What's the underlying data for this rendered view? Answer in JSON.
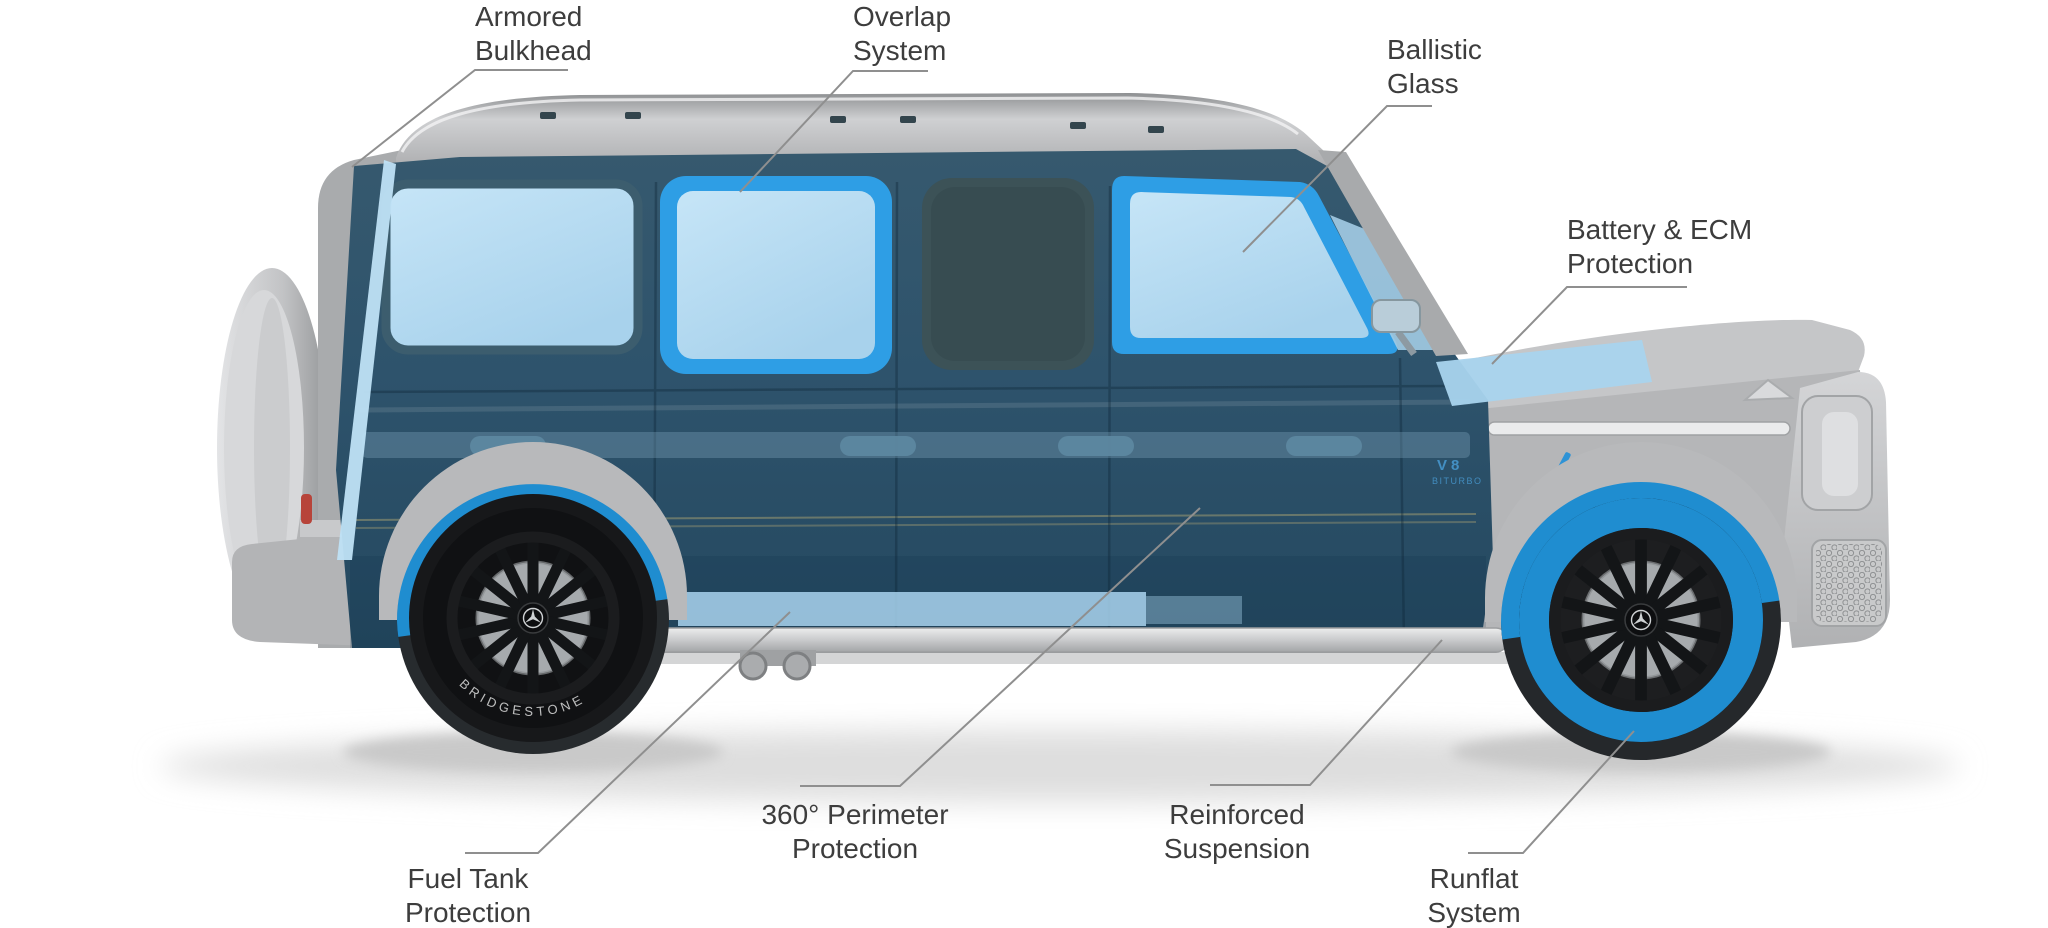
{
  "diagram": {
    "subject": "armored-suv-side-profile",
    "colors": {
      "highlight_light_blue": "#a9d4ee",
      "glass_blue": "#b9ddf2",
      "window_frame_blue": "#2e9ee5",
      "runflat_blue": "#1f8dd0",
      "cab_blue": "#2e536b",
      "body_gray": "#b8b9bb",
      "label_text": "#3d3d3d",
      "leader_line": "#8f8f8f"
    },
    "vehicle": {
      "badge_line1": "V8",
      "badge_line2": "BITURBO",
      "tire_brand": "BRIDGESTONE"
    },
    "callouts": [
      {
        "id": "armored-bulkhead",
        "line1": "Armored",
        "line2": "Bulkhead"
      },
      {
        "id": "overlap-system",
        "line1": "Overlap",
        "line2": "System"
      },
      {
        "id": "ballistic-glass",
        "line1": "Ballistic",
        "line2": "Glass"
      },
      {
        "id": "battery-ecm",
        "line1": "Battery & ECM",
        "line2": "Protection"
      },
      {
        "id": "fuel-tank",
        "line1": "Fuel Tank",
        "line2": "Protection"
      },
      {
        "id": "perimeter-360",
        "line1": "360° Perimeter",
        "line2": "Protection"
      },
      {
        "id": "reinforced-suspension",
        "line1": "Reinforced",
        "line2": "Suspension"
      },
      {
        "id": "runflat-system",
        "line1": "Runflat",
        "line2": "System"
      }
    ]
  }
}
